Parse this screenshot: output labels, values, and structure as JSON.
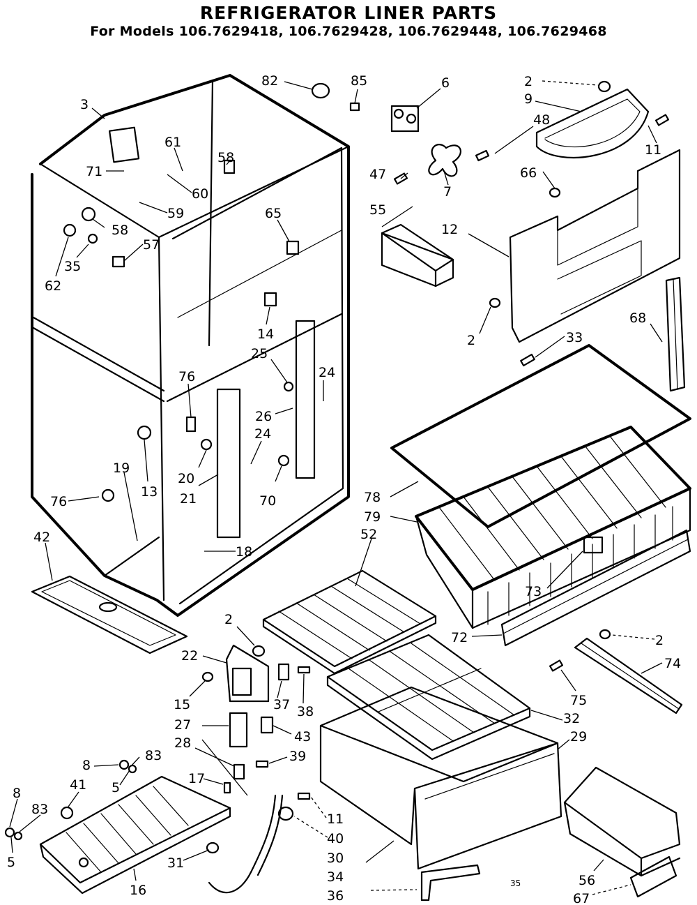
{
  "title": "REFRIGERATOR LINER PARTS",
  "subtitle": "For Models 106.7629418, 106.7629428, 106.7629448, 106.7629468",
  "callouts": {
    "c3": "3",
    "c71": "71",
    "c61": "61",
    "c60": "60",
    "c58a": "58",
    "c58b": "58",
    "c59": "59",
    "c57": "57",
    "c35": "35",
    "c62": "62",
    "c82": "82",
    "c85": "85",
    "c65": "65",
    "c14": "14",
    "c25": "25",
    "c24a": "24",
    "c26": "26",
    "c24b": "24",
    "c76a": "76",
    "c20": "20",
    "c21": "21",
    "c70": "70",
    "c13": "13",
    "c19": "19",
    "c76b": "76",
    "c18": "18",
    "c42": "42",
    "c6": "6",
    "c48": "48",
    "c47": "47",
    "c7": "7",
    "c55": "55",
    "c2a": "2",
    "c9": "9",
    "c11a": "11",
    "c66": "66",
    "c12": "12",
    "c2b": "2",
    "c33": "33",
    "c68": "68",
    "c78": "78",
    "c79": "79",
    "c52": "52",
    "c73": "73",
    "c72": "72",
    "c2c": "2",
    "c74": "74",
    "c75": "75",
    "c32": "32",
    "c29": "29",
    "c2d": "2",
    "c22": "22",
    "c15": "15",
    "c37": "37",
    "c38": "38",
    "c27": "27",
    "c43": "43",
    "c28": "28",
    "c39": "39",
    "c8a": "8",
    "c83a": "83",
    "c5a": "5",
    "c17": "17",
    "c41": "41",
    "c8b": "8",
    "c83b": "83",
    "c5b": "5",
    "c31": "31",
    "c16": "16",
    "c11b": "11",
    "c40": "40",
    "c30": "30",
    "c34": "34",
    "c36": "36",
    "c56": "56",
    "c67": "67",
    "c35small": "35"
  }
}
